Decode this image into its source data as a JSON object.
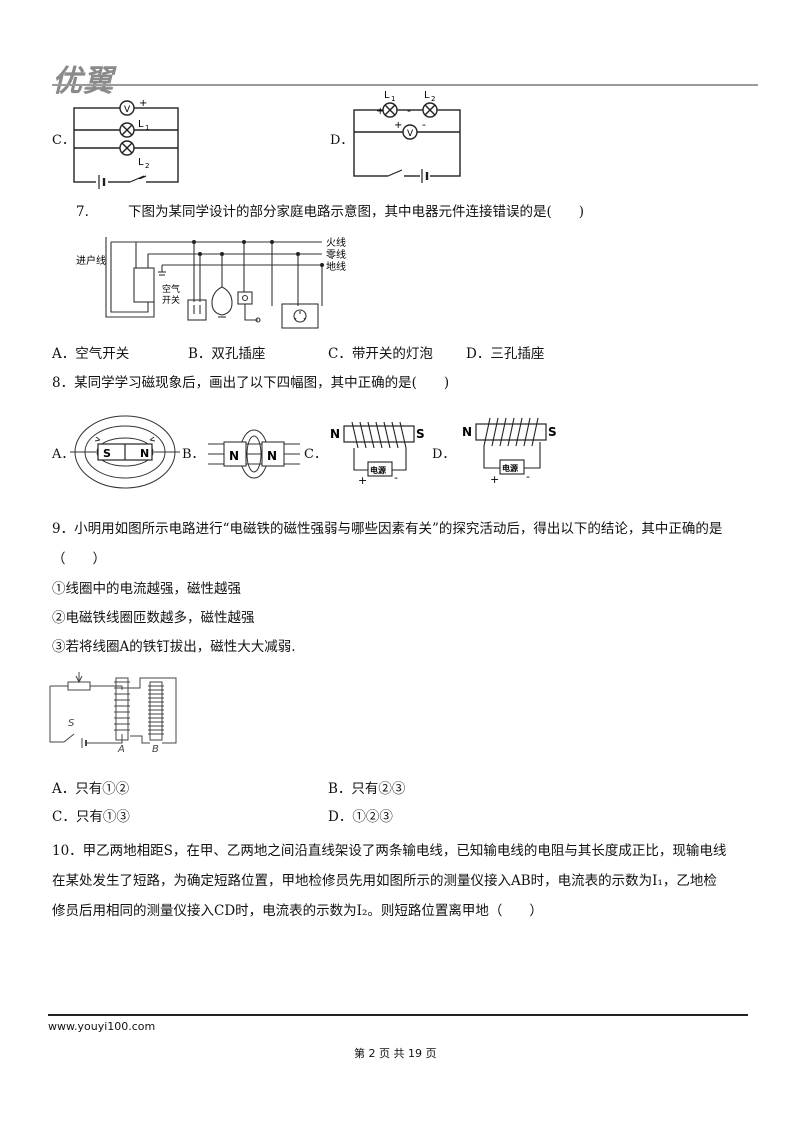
{
  "header": {
    "logo_text": "优翼"
  },
  "q6_tail": {
    "opt_c": "C．",
    "opt_d": "D．",
    "c_labels": {
      "v": "V",
      "l1": "L",
      "l1sub": "1",
      "l2": "L",
      "l2sub": "2",
      "plus": "+"
    },
    "d_labels": {
      "l1": "L",
      "l1sub": "1",
      "l2": "L",
      "l2sub": "2",
      "v": "V",
      "plus": "+",
      "minus": "-"
    }
  },
  "q7": {
    "number": "7.",
    "stem": "下图为某同学设计的部分家庭电路示意图，其中电器元件连接错误的是(　　)",
    "diagram": {
      "inlet": "进户线",
      "live": "火线",
      "neutral": "零线",
      "ground": "地线",
      "breaker": "空气开关",
      "breaker_line1": "空气",
      "breaker_line2": "开关"
    },
    "options": [
      {
        "letter": "A．",
        "text": "空气开关"
      },
      {
        "letter": "B．",
        "text": "双孔插座"
      },
      {
        "letter": "C．",
        "text": "带开关的灯泡"
      },
      {
        "letter": "D．",
        "text": "三孔插座"
      }
    ]
  },
  "q8": {
    "stem": "8．某同学学习磁现象后，画出了以下四幅图，其中正确的是(　　)",
    "opt_a": "A．",
    "opt_b": "B．",
    "opt_c": "C．",
    "opt_d": "D．",
    "labels": {
      "s": "S",
      "n": "N",
      "power": "电源",
      "plus": "+",
      "minus": "-"
    }
  },
  "q9": {
    "stem": "9．小明用如图所示电路进行“电磁铁的磁性强弱与哪些因素有关”的探究活动后，得出以下的结论，其中正确的是",
    "paren": "（　　）",
    "s1": "①线圈中的电流越强，磁性越强",
    "s2": "②电磁铁线圈匝数越多，磁性越强",
    "s3": "③若将线圈A的铁钉拔出，磁性大大减弱.",
    "diagram": {
      "switch": "S",
      "coil_a": "A",
      "coil_b": "B"
    },
    "options": [
      {
        "letter": "A．",
        "text": "只有①②"
      },
      {
        "letter": "B．",
        "text": "只有②③"
      },
      {
        "letter": "C．",
        "text": "只有①③"
      },
      {
        "letter": "D．",
        "text": "①②③"
      }
    ]
  },
  "q10": {
    "line1": "10．甲乙两地相距S，在甲、乙两地之间沿直线架设了两条输电线，已知输电线的电阻与其长度成正比，现输电线",
    "line2": "在某处发生了短路，为确定短路位置，甲地检修员先用如图所示的测量仪接入AB时，电流表的示数为I₁，乙地检",
    "line3": "修员后用相同的测量仪接入CD时，电流表的示数为I₂。则短路位置离甲地（　　）"
  },
  "footer": {
    "url": "www.youyi100.com",
    "page": "第 2 页 共 19 页"
  }
}
